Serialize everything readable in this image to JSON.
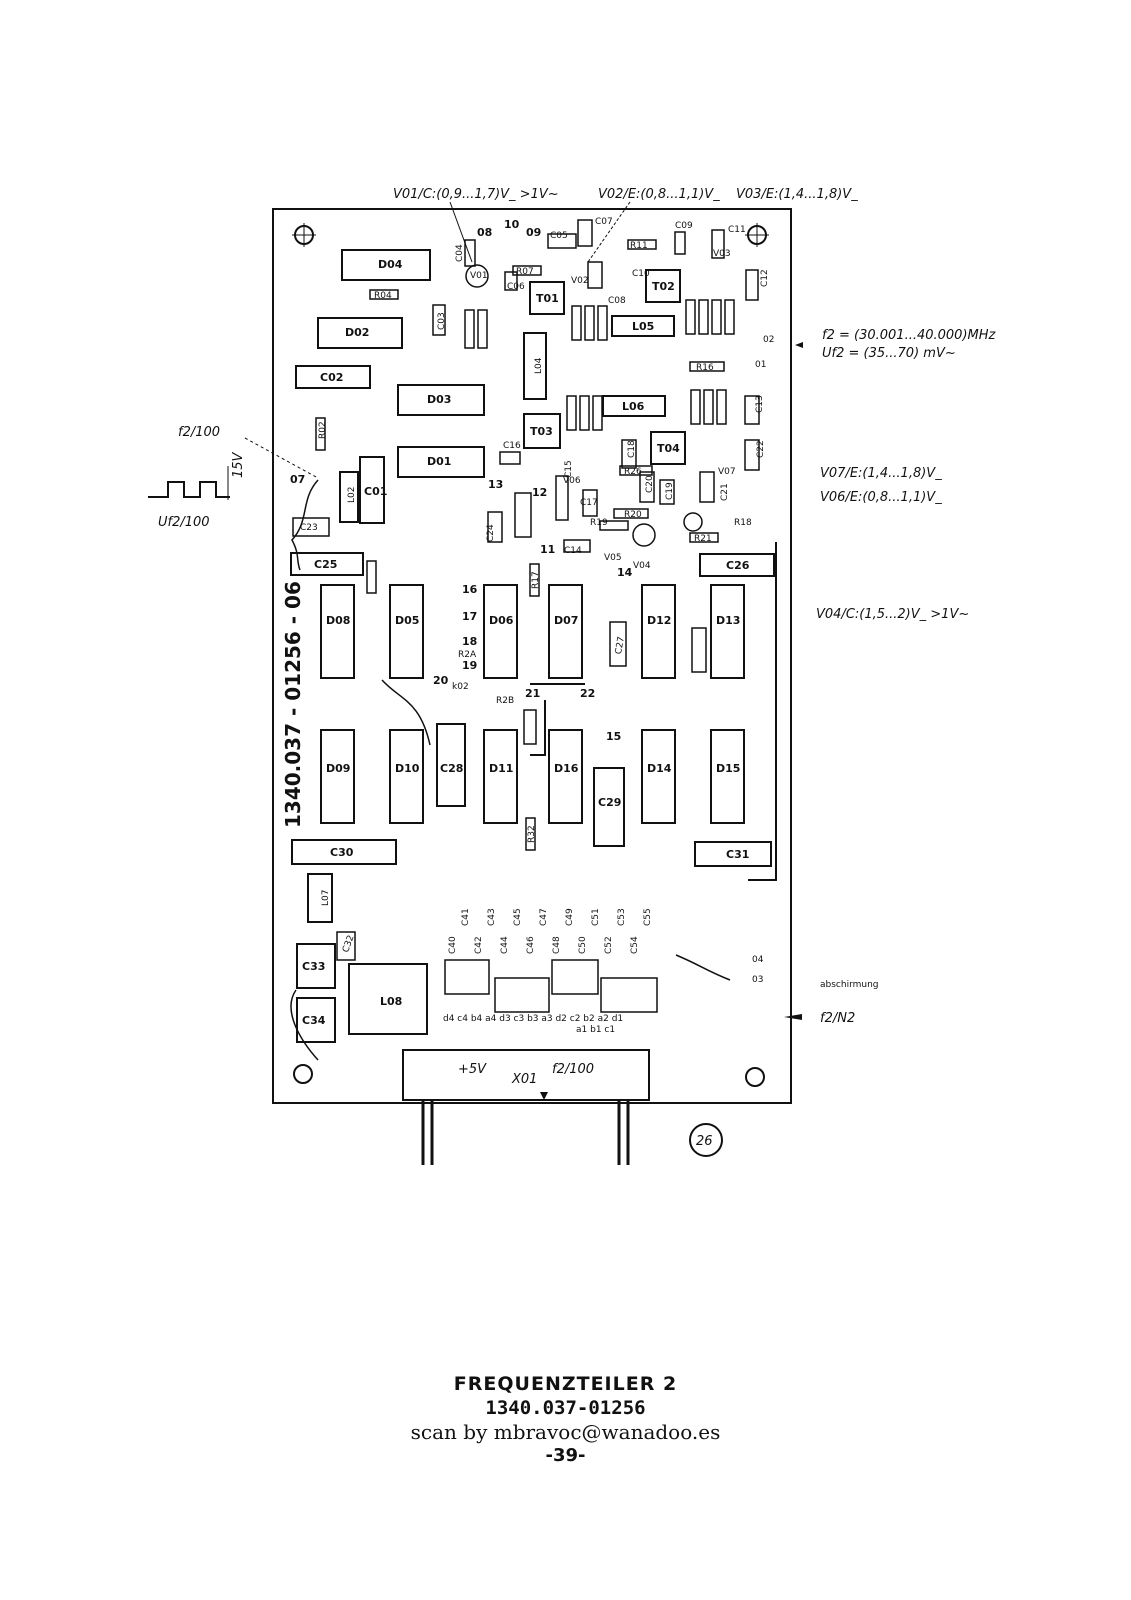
{
  "annotations": {
    "v01": "V01/C:(0,9...1,7)V_ >1V~",
    "v02": "V02/E:(0,8...1,1)V_",
    "v03": "V03/E:(1,4...1,8)V_",
    "f2": "f2 = (30.001...40.000)MHz",
    "uf2": "Uf2 = (35...70) mV~",
    "v07": "V07/E:(1,4...1,8)V_",
    "v06": "V06/E:(0,8...1,1)V_",
    "v04": "V04/C:(1,5...2)V_ >1V~",
    "f2_100": "f2/100",
    "uf2_100": "Uf2/100",
    "v15": "15V",
    "f2_n2": "f2/N2",
    "board_number": "1340.037 - 01256 - 06",
    "connector_5v": "+5V",
    "connector_x01": "X01",
    "connector_f2_100": "f2/100",
    "page_circle": "26",
    "abschirm": "abschirmung"
  },
  "components": {
    "d04": "D04",
    "d02": "D02",
    "d03": "D03",
    "d01": "D01",
    "c02": "C02",
    "c01": "C01",
    "l02": "L02",
    "l04": "L04",
    "l05": "L05",
    "l06": "L06",
    "t01": "T01",
    "t02": "T02",
    "t03": "T03",
    "t04": "T04",
    "c25": "C25",
    "c26": "C26",
    "c30": "C30",
    "c31": "C31",
    "d08": "D08",
    "d05": "D05",
    "d06": "D06",
    "d07": "D07",
    "d12": "D12",
    "d13": "D13",
    "d09": "D09",
    "d10": "D10",
    "c28": "C28",
    "d11": "D11",
    "d16": "D16",
    "c29": "C29",
    "d14": "D14",
    "d15": "D15",
    "l07": "L07",
    "c33": "C33",
    "c34": "C34",
    "c32": "C32",
    "l08": "L08",
    "c27": "C27",
    "c23": "C23",
    "c24": "C24",
    "c16": "C16",
    "c17": "C17",
    "c18": "C18",
    "c19": "C19",
    "c20": "C20",
    "c21": "C21",
    "c22": "C22",
    "c13": "C13",
    "c12": "C12",
    "c14": "C14",
    "c15": "C15",
    "c11": "C11",
    "c09": "C09",
    "c07": "C07",
    "c05": "C05",
    "c04": "C04",
    "c03": "C03",
    "c06": "C06",
    "c08": "C08",
    "c10": "C10",
    "v01": "V01",
    "v02": "V02",
    "v03": "V03",
    "v04": "V04",
    "v05": "V05",
    "v06": "V06",
    "v07": "V07",
    "r04": "R04",
    "r02": "R02",
    "r07": "R07",
    "r11": "R11",
    "r16": "R16",
    "r18": "R18",
    "r19": "R19",
    "r20": "R20",
    "r21": "R21",
    "r26": "R26",
    "r17": "R17",
    "r32": "R32",
    "r2a": "R2A",
    "r2b": "R2B",
    "k02": "k02"
  },
  "pins": {
    "p08": "08",
    "p09": "09",
    "p10": "10",
    "p02": "02",
    "p01": "01",
    "p07": "07",
    "p11": "11",
    "p12": "12",
    "p13": "13",
    "p14": "14",
    "p15": "15",
    "p16": "16",
    "p17": "17",
    "p18": "18",
    "p19": "19",
    "p20": "20",
    "p21": "21",
    "p22": "22",
    "p04": "04",
    "p03": "03"
  },
  "cap_bank_top": [
    "C41",
    "C43",
    "C45",
    "C47",
    "C49",
    "C51",
    "C53",
    "C55"
  ],
  "cap_bank_bottom": [
    "C40",
    "C42",
    "C44",
    "C46",
    "C48",
    "C50",
    "C52",
    "C54"
  ],
  "cap_bank_row_b": "d4 c4 b4 a4 d3 c3 b3 a3 d2 c2 b2 a2 d1",
  "cap_bank_row_b2": "a1 b1 c1",
  "caption": {
    "title": "FREQUENZTEILER 2",
    "part": "1340.037-01256",
    "scan": "scan by mbravoc@wanadoo.es",
    "page": "-39-"
  }
}
